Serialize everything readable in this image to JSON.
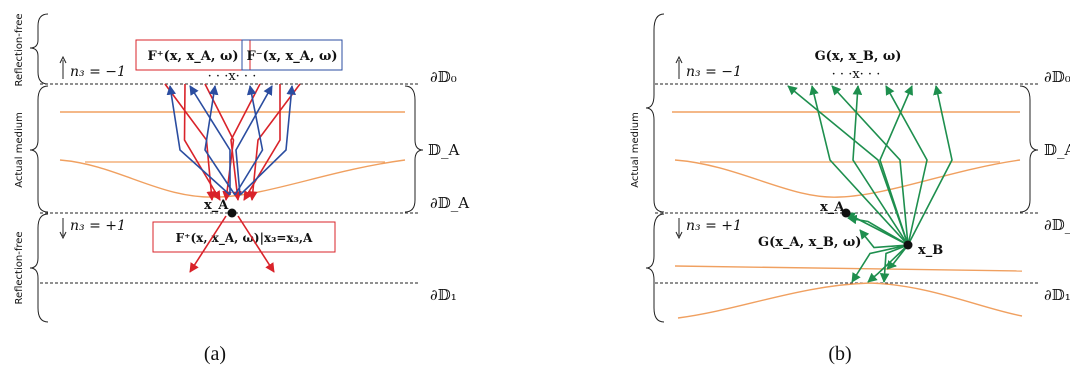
{
  "panel_a": {
    "side_labels": {
      "top": "Reflection-free",
      "middle": "Actual medium",
      "bottom": "Reflection-free"
    },
    "n3_top": "n₃ = −1",
    "n3_bottom": "n₃ = +1",
    "dots_x": "· · ·x· · ·",
    "label_d0": "∂𝔻₀",
    "label_da_region": "𝔻_A",
    "label_da_boundary": "∂𝔻_A",
    "label_d1": "∂𝔻₁",
    "point_xa": "x_A",
    "box_fplus_top": "F⁺(x, x_A, ω)",
    "box_fminus_top": "F⁻(x, x_A, ω)",
    "box_fplus_bottom": "F⁺(x, x_A, ω)|x₃=x₃,A",
    "caption": "(a)",
    "colors": {
      "red": "#d9232a",
      "blue": "#2b4da0",
      "orange": "#f0a060"
    }
  },
  "panel_b": {
    "side_labels": {
      "middle": "Actual medium"
    },
    "n3_top": "n₃ = −1",
    "n3_bottom": "n₃ = +1",
    "dots_x": "· · ·x· · ·",
    "green_top_label": "G(x, x_B, ω)",
    "green_mid_label": "G(x_A, x_B, ω)",
    "label_d0": "∂𝔻₀",
    "label_da_region": "𝔻_A",
    "label_da_boundary": "∂𝔻_A",
    "label_d1": "∂𝔻₁",
    "point_xa": "x_A",
    "point_xb": "x_B",
    "caption": "(b)",
    "colors": {
      "green": "#1e8f4e",
      "orange": "#f0a060"
    }
  }
}
